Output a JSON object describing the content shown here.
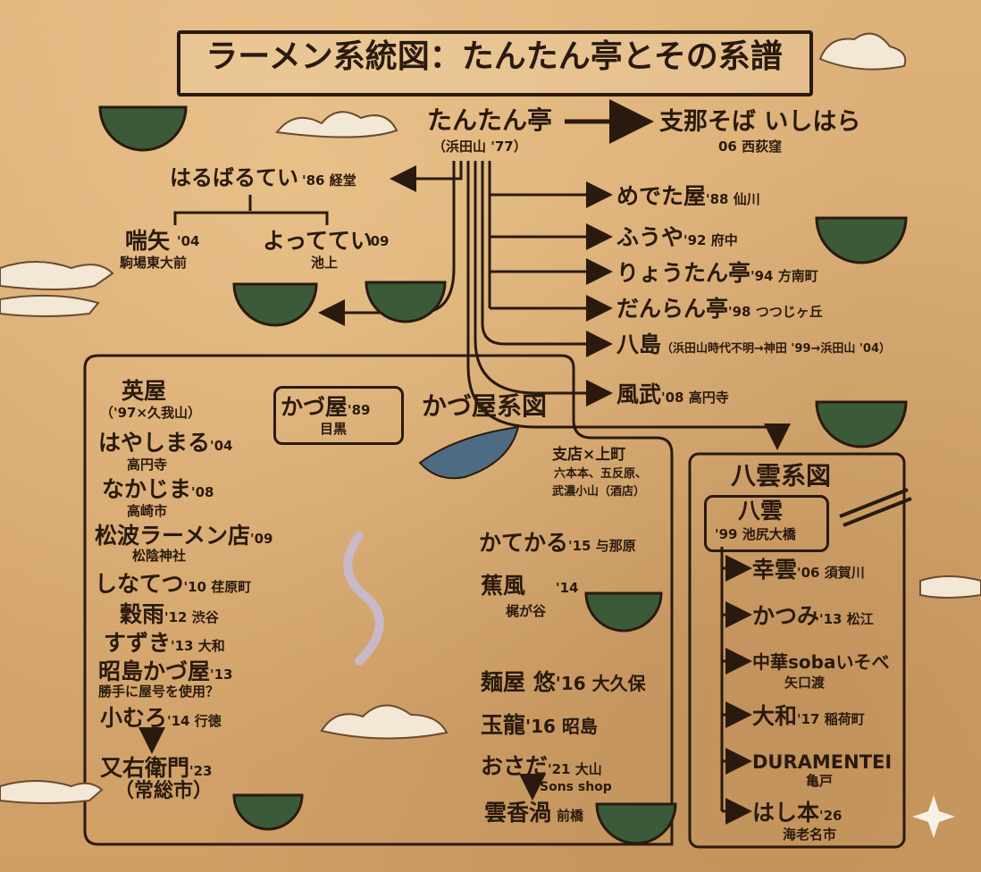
{
  "title": "ラーメン系統図：たんたん亭とその系譜",
  "root": {
    "name": "たんたん亭",
    "sub": "（浜田山 '77）"
  },
  "ishihara": {
    "name": "支那そば いしはら",
    "meta": "06 西荻窪"
  },
  "haru": {
    "name": "はるばるてい",
    "meta": "'86 経堂",
    "children": [
      {
        "name": "喘矢",
        "meta": "'04",
        "place": "駒場東大前"
      },
      {
        "name": "よっててい",
        "meta": "'09",
        "place": "池上"
      }
    ]
  },
  "branches": [
    {
      "name": "めでた屋",
      "meta": "'88 仙川"
    },
    {
      "name": "ふうや",
      "meta": "'92 府中"
    },
    {
      "name": "りょうたん亭",
      "meta": "'94 方南町"
    },
    {
      "name": "だんらん亭",
      "meta": "'98 つつじヶ丘"
    },
    {
      "name": "八島",
      "meta": "（浜田山時代不明→神田 '99→浜田山 '04）"
    },
    {
      "name": "風武",
      "meta": "'08 高円寺"
    }
  ],
  "kazuya": {
    "section_title": "かづ屋系図",
    "box_name": "かづ屋",
    "box_year": "'89",
    "box_place": "目黒",
    "shiten": [
      "支店×上町",
      "六本本、五反原、",
      "武濃小山（酒店）"
    ],
    "left": [
      {
        "name": "英屋",
        "sub": "（'97×久我山）"
      },
      {
        "name": "はやしまる",
        "meta": "'04",
        "sub": "高円寺"
      },
      {
        "name": "なかじま",
        "meta": "'08",
        "sub": "高崎市"
      },
      {
        "name": "松波ラーメン店",
        "meta": "'09",
        "sub": "松陰神社"
      },
      {
        "name": "しなてつ",
        "meta": "'10 荏原町"
      },
      {
        "name": "穀雨",
        "meta": "'12 渋谷"
      },
      {
        "name": "すずき",
        "meta": "'13 大和"
      },
      {
        "name": "昭島かづ屋",
        "meta": "'13",
        "sub": "勝手に屋号を使用？"
      },
      {
        "name": "小むろ",
        "meta": "'14 行徳"
      },
      {
        "name": "又右衛門",
        "meta": "'23",
        "sub": "（常総市）"
      }
    ],
    "right": [
      {
        "name": "かてかる",
        "meta": "'15 与那原"
      },
      {
        "name": "蕉風",
        "meta": "'14",
        "sub": "梶が谷"
      },
      {
        "name": "麺屋 悠",
        "meta": "'16 大久保"
      },
      {
        "name": "玉龍",
        "meta": "'16 昭島"
      },
      {
        "name": "おさだ",
        "meta": "'21 大山"
      },
      {
        "name": "雲香渦",
        "meta": "前橋"
      }
    ],
    "sons_shop": "Sons shop"
  },
  "yakumo": {
    "section_title": "八雲系図",
    "box_name": "八雲",
    "box_sub": "'99 池尻大橋",
    "children": [
      {
        "name": "幸雲",
        "meta": "'06 須賀川"
      },
      {
        "name": "かつみ",
        "meta": "'13 松江"
      },
      {
        "name": "中華sobaいそべ",
        "sub": "矢口渡"
      },
      {
        "name": "大和",
        "meta": "'17 稲荷町"
      },
      {
        "name": "DURAMENTEI",
        "sub": "亀戸"
      },
      {
        "name": "はし本",
        "meta": "'26",
        "sub": "海老名市"
      }
    ]
  },
  "colors": {
    "paper": "#d8aa72",
    "ink": "#2a1a0e",
    "cloud": "#f3e7d6"
  }
}
